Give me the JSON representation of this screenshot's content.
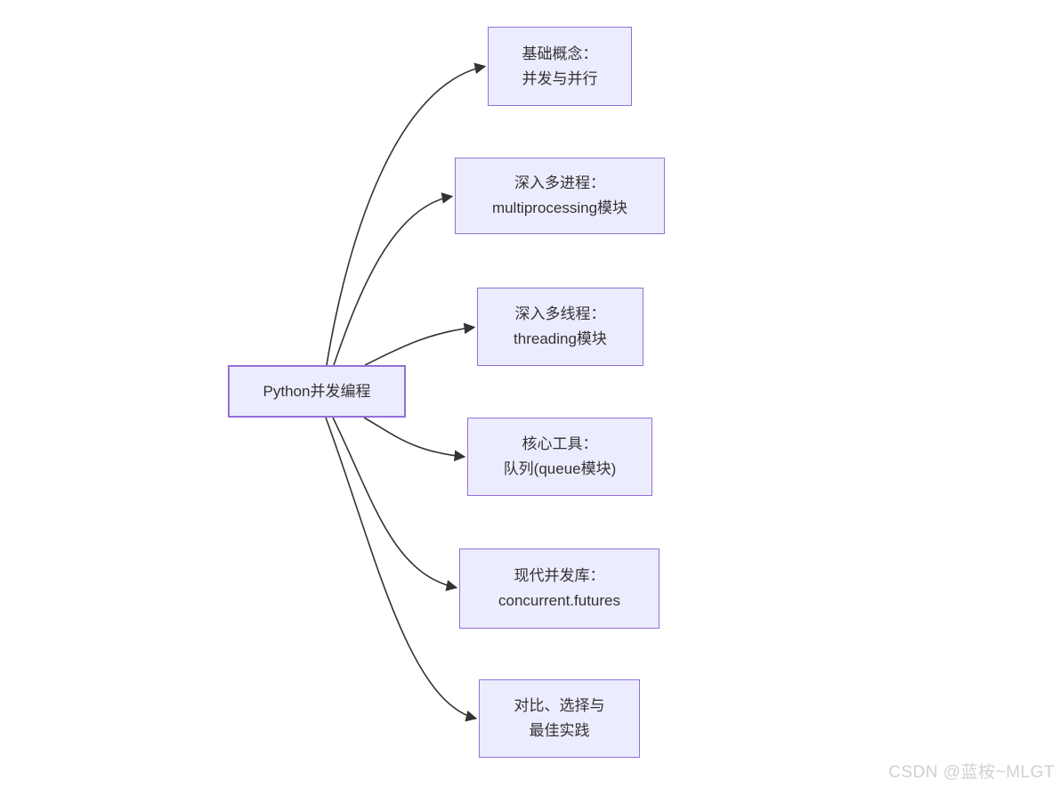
{
  "diagram": {
    "type": "flowchart",
    "direction": "left-to-right",
    "root": {
      "id": "root",
      "label": "Python并发编程"
    },
    "nodes": [
      {
        "id": "concepts",
        "line1": "基础概念：",
        "line2": "并发与并行"
      },
      {
        "id": "multiprocessing",
        "line1": "深入多进程：",
        "line2": "multiprocessing模块"
      },
      {
        "id": "threading",
        "line1": "深入多线程：",
        "line2": "threading模块"
      },
      {
        "id": "queue",
        "line1": "核心工具：",
        "line2": "队列(queue模块)"
      },
      {
        "id": "concurrent-futures",
        "line1": "现代并发库：",
        "line2": "concurrent.futures"
      },
      {
        "id": "best-practices",
        "line1": "对比、选择与",
        "line2": "最佳实践"
      }
    ],
    "edges": [
      {
        "from": "root",
        "to": "concepts"
      },
      {
        "from": "root",
        "to": "multiprocessing"
      },
      {
        "from": "root",
        "to": "threading"
      },
      {
        "from": "root",
        "to": "queue"
      },
      {
        "from": "root",
        "to": "concurrent-futures"
      },
      {
        "from": "root",
        "to": "best-practices"
      }
    ],
    "colors": {
      "node_fill": "#ECECFF",
      "node_border": "#9370DB",
      "edge_color": "#333333",
      "text_color": "#333333"
    }
  },
  "watermark": {
    "text": "CSDN @蓝桉~MLGT",
    "color": "#d0d0d0"
  }
}
